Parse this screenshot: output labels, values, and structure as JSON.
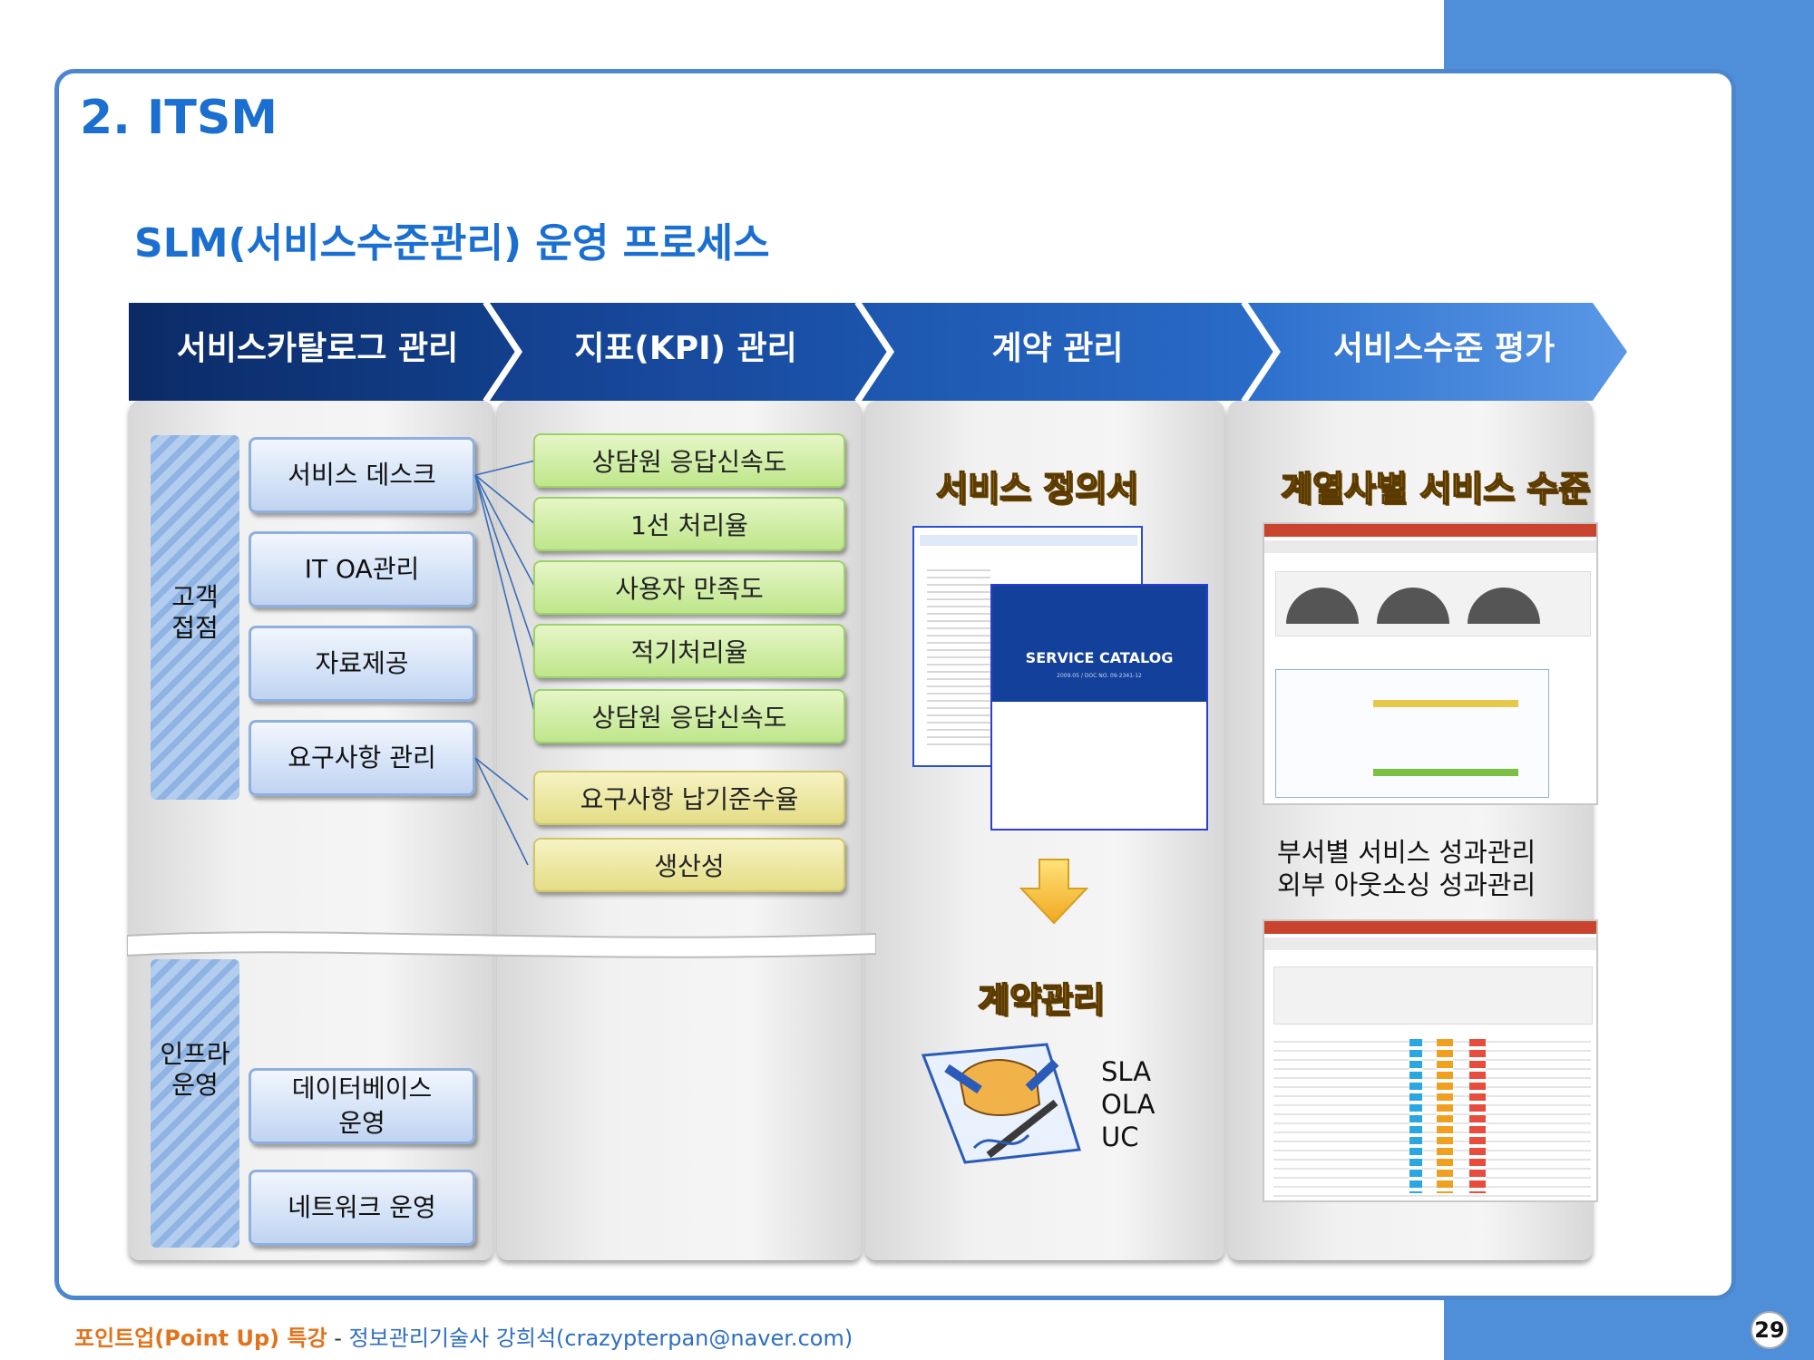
{
  "slide": {
    "title": "2. ITSM",
    "subtitle": "SLM(서비스수준관리) 운영 프로세스",
    "page_number": "29"
  },
  "process_steps": [
    {
      "label": "서비스카탈로그 관리"
    },
    {
      "label": "지표(KPI) 관리"
    },
    {
      "label": "계약 관리"
    },
    {
      "label": "서비스수준 평가"
    }
  ],
  "groups": {
    "customer": {
      "label": "고객\n접점",
      "items": [
        "서비스 데스크",
        "IT OA관리",
        "자료제공",
        "요구사항 관리"
      ]
    },
    "infra": {
      "label": "인프라\n운영",
      "items": [
        "데이터베이스\n운영",
        "네트워크 운영"
      ]
    }
  },
  "kpis": {
    "green": [
      "상담원 응답신속도",
      "1선 처리율",
      "사용자 만족도",
      "적기처리율",
      "상담원 응답신속도"
    ],
    "yellow": [
      "요구사항 납기준수율",
      "생산성"
    ]
  },
  "contract": {
    "definition_title": "서비스 정의서",
    "catalog_label": "SERVICE CATALOG",
    "catalog_doc_no": "2009.05 / DOC NO. 09-2341-12",
    "contract_title": "계약관리",
    "agreements": [
      "SLA",
      "OLA",
      "UC"
    ]
  },
  "evaluation": {
    "title": "계열사별 서비스 수준",
    "perf_lines": [
      "부서별 서비스 성과관리",
      "외부 아웃소싱 성과관리"
    ]
  },
  "footer": {
    "brand": "포인트업(Point Up) 특강",
    "separator": " - ",
    "author": "정보관리기술사 강희석(crazypterpan@naver.com)"
  },
  "colors": {
    "accent_blue": "#1a6fd0",
    "frame_blue": "#4c86cf",
    "step_dark": "#0d2f6e",
    "step_light": "#4a8de0",
    "brand_orange": "#e0741d"
  }
}
